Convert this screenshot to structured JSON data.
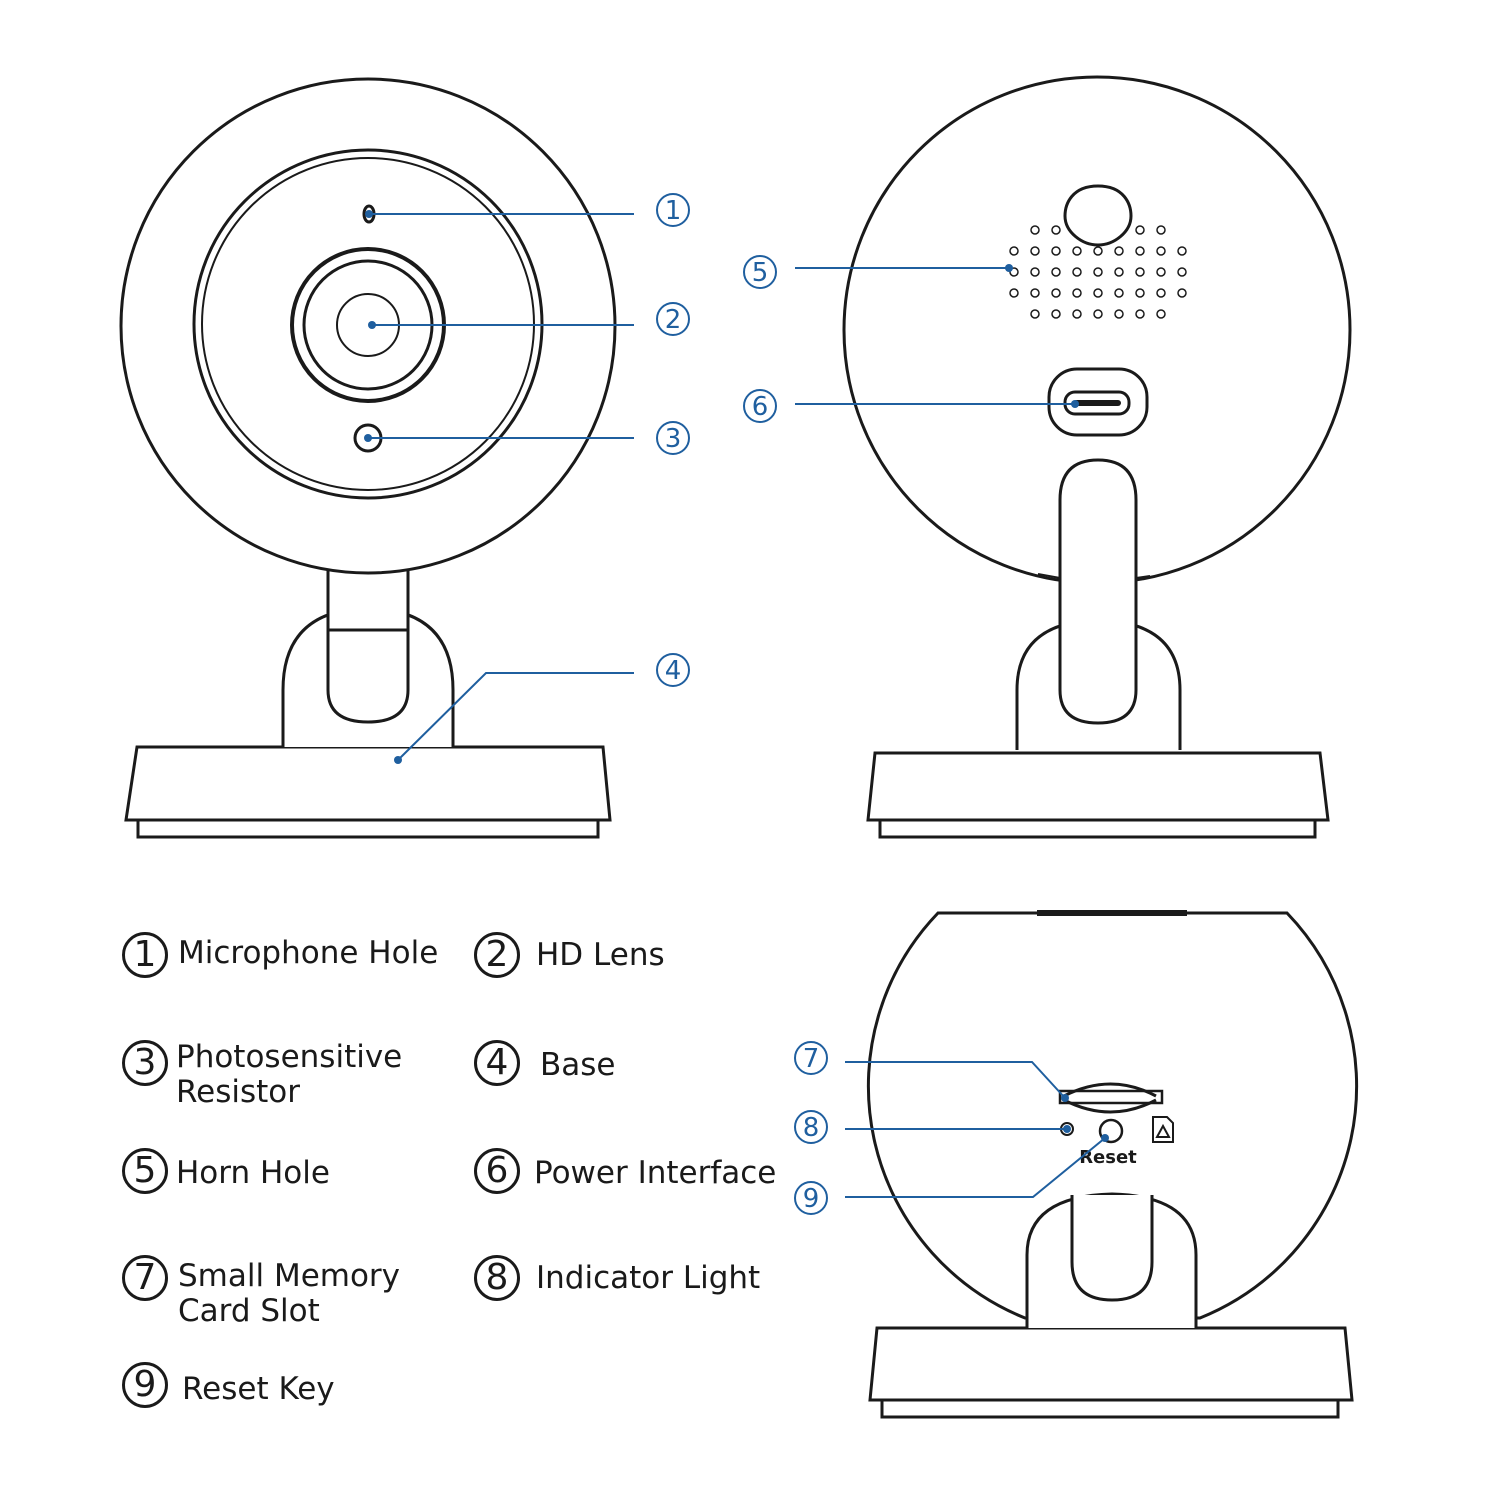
{
  "callouts": [
    "1",
    "2",
    "3",
    "4",
    "5",
    "6",
    "7",
    "8",
    "9"
  ],
  "bottom_view": {
    "reset_label": "Reset"
  },
  "legend": [
    {
      "num": "1",
      "lines": [
        "Microphone Hole"
      ]
    },
    {
      "num": "2",
      "lines": [
        "HD Lens"
      ]
    },
    {
      "num": "3",
      "lines": [
        "Photosensitive",
        "Resistor"
      ]
    },
    {
      "num": "4",
      "lines": [
        "Base"
      ]
    },
    {
      "num": "5",
      "lines": [
        "Horn Hole"
      ]
    },
    {
      "num": "6",
      "lines": [
        "Power Interface"
      ]
    },
    {
      "num": "7",
      "lines": [
        "Small Memory",
        "Card Slot"
      ]
    },
    {
      "num": "8",
      "lines": [
        "Indicator Light"
      ]
    },
    {
      "num": "9",
      "lines": [
        "Reset Key"
      ]
    }
  ],
  "colors": {
    "line": "#1a1a1a",
    "leader": "#1f5f9f",
    "callout_text": "#1f5f9f"
  }
}
